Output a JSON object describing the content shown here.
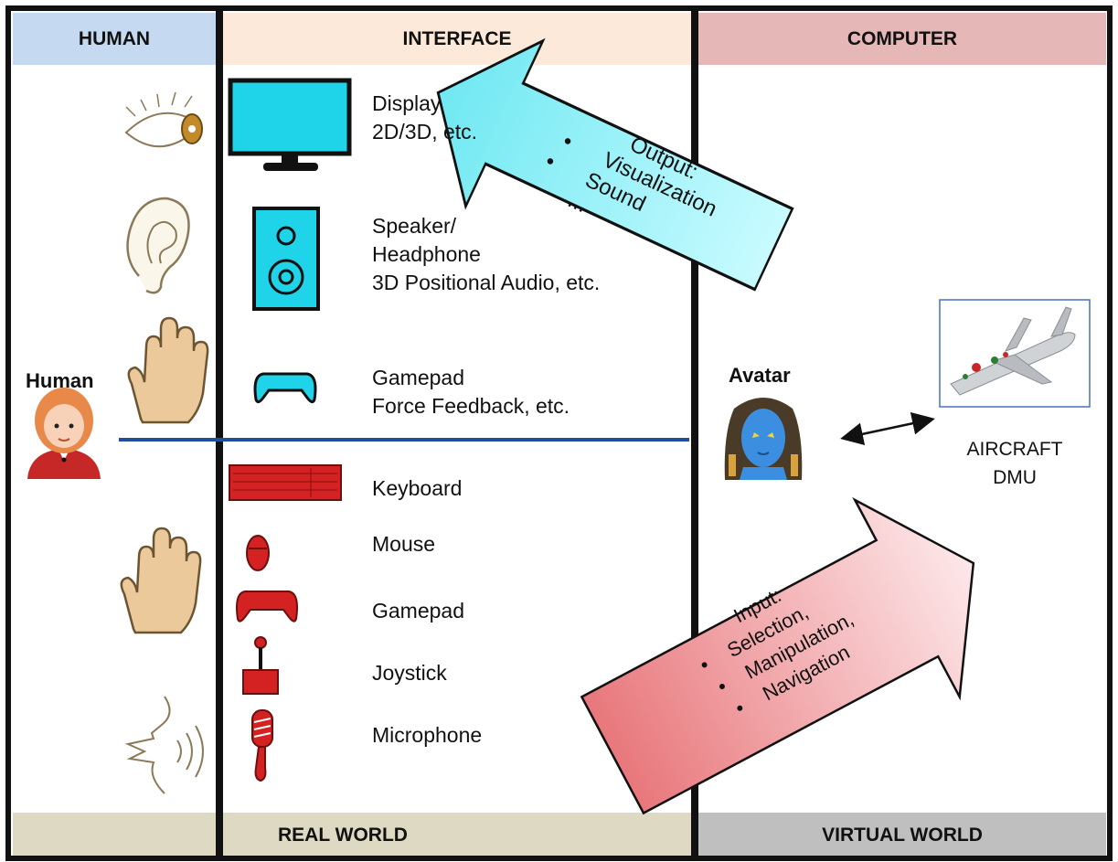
{
  "headers": {
    "human": "HUMAN",
    "interface": "INTERFACE",
    "computer": "COMPUTER"
  },
  "footers": {
    "real_world": "REAL WORLD",
    "virtual_world": "VIRTUAL WORLD"
  },
  "human_label": "Human",
  "avatar_label": "Avatar",
  "aircraft_label": [
    "AIRCRAFT",
    "DMU"
  ],
  "output_devices": [
    {
      "line1": "Display",
      "line2": "2D/3D, etc."
    },
    {
      "line1": "Speaker/",
      "line2": "Headphone",
      "line3": "3D Positional Audio, etc."
    },
    {
      "line1": "Gamepad",
      "line2": "Force Feedback, etc."
    }
  ],
  "input_devices": [
    "Keyboard",
    "Mouse",
    "Gamepad",
    "Joystick",
    "Microphone"
  ],
  "output_arrow": {
    "title": "Output:",
    "items": [
      "Visualization",
      "Sound",
      "..."
    ]
  },
  "input_arrow": {
    "title": "Input:",
    "items": [
      "Selection,",
      "Manipulation,",
      "Navigation"
    ]
  },
  "colors": {
    "human_header": "#c5d9f0",
    "interface_header": "#fce9d9",
    "computer_header": "#e5b8b7",
    "real_world_footer": "#ddd9c3",
    "virtual_world_footer": "#bfbfbf",
    "divider_line": "#1f4e9a",
    "output_arrow": "#8ff3fb",
    "input_arrow": "#e8777b",
    "output_device": "#1fd4e8",
    "input_device": "#d42121"
  },
  "icons": [
    "eye-icon",
    "ear-icon",
    "hand-icon",
    "mouth-icon",
    "monitor-icon",
    "speaker-icon",
    "gamepad-icon",
    "keyboard-icon",
    "mouse-icon",
    "joystick-icon",
    "microphone-icon",
    "human-avatar-icon",
    "navi-avatar-icon",
    "aircraft-image"
  ]
}
